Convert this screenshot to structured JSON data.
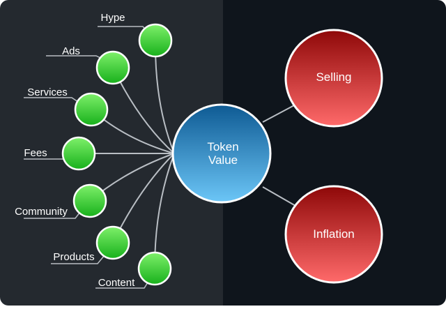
{
  "center": {
    "line1": "Token",
    "line2": "Value"
  },
  "drivers": [
    {
      "label": "Hype"
    },
    {
      "label": "Ads"
    },
    {
      "label": "Services"
    },
    {
      "label": "Fees"
    },
    {
      "label": "Community"
    },
    {
      "label": "Products"
    },
    {
      "label": "Content"
    }
  ],
  "detractors": [
    {
      "label": "Selling"
    },
    {
      "label": "Inflation"
    }
  ],
  "colors": {
    "left_panel": "#24292f",
    "right_panel": "#0f151c",
    "driver_fill_top": "#7ef06a",
    "driver_fill_bottom": "#17b01b",
    "center_fill_top": "#0e5a93",
    "center_fill_bottom": "#6cc6f7",
    "detractor_fill_top": "#8e0808",
    "detractor_fill_bottom": "#ff6a6a",
    "connector": "#b9bec4"
  }
}
